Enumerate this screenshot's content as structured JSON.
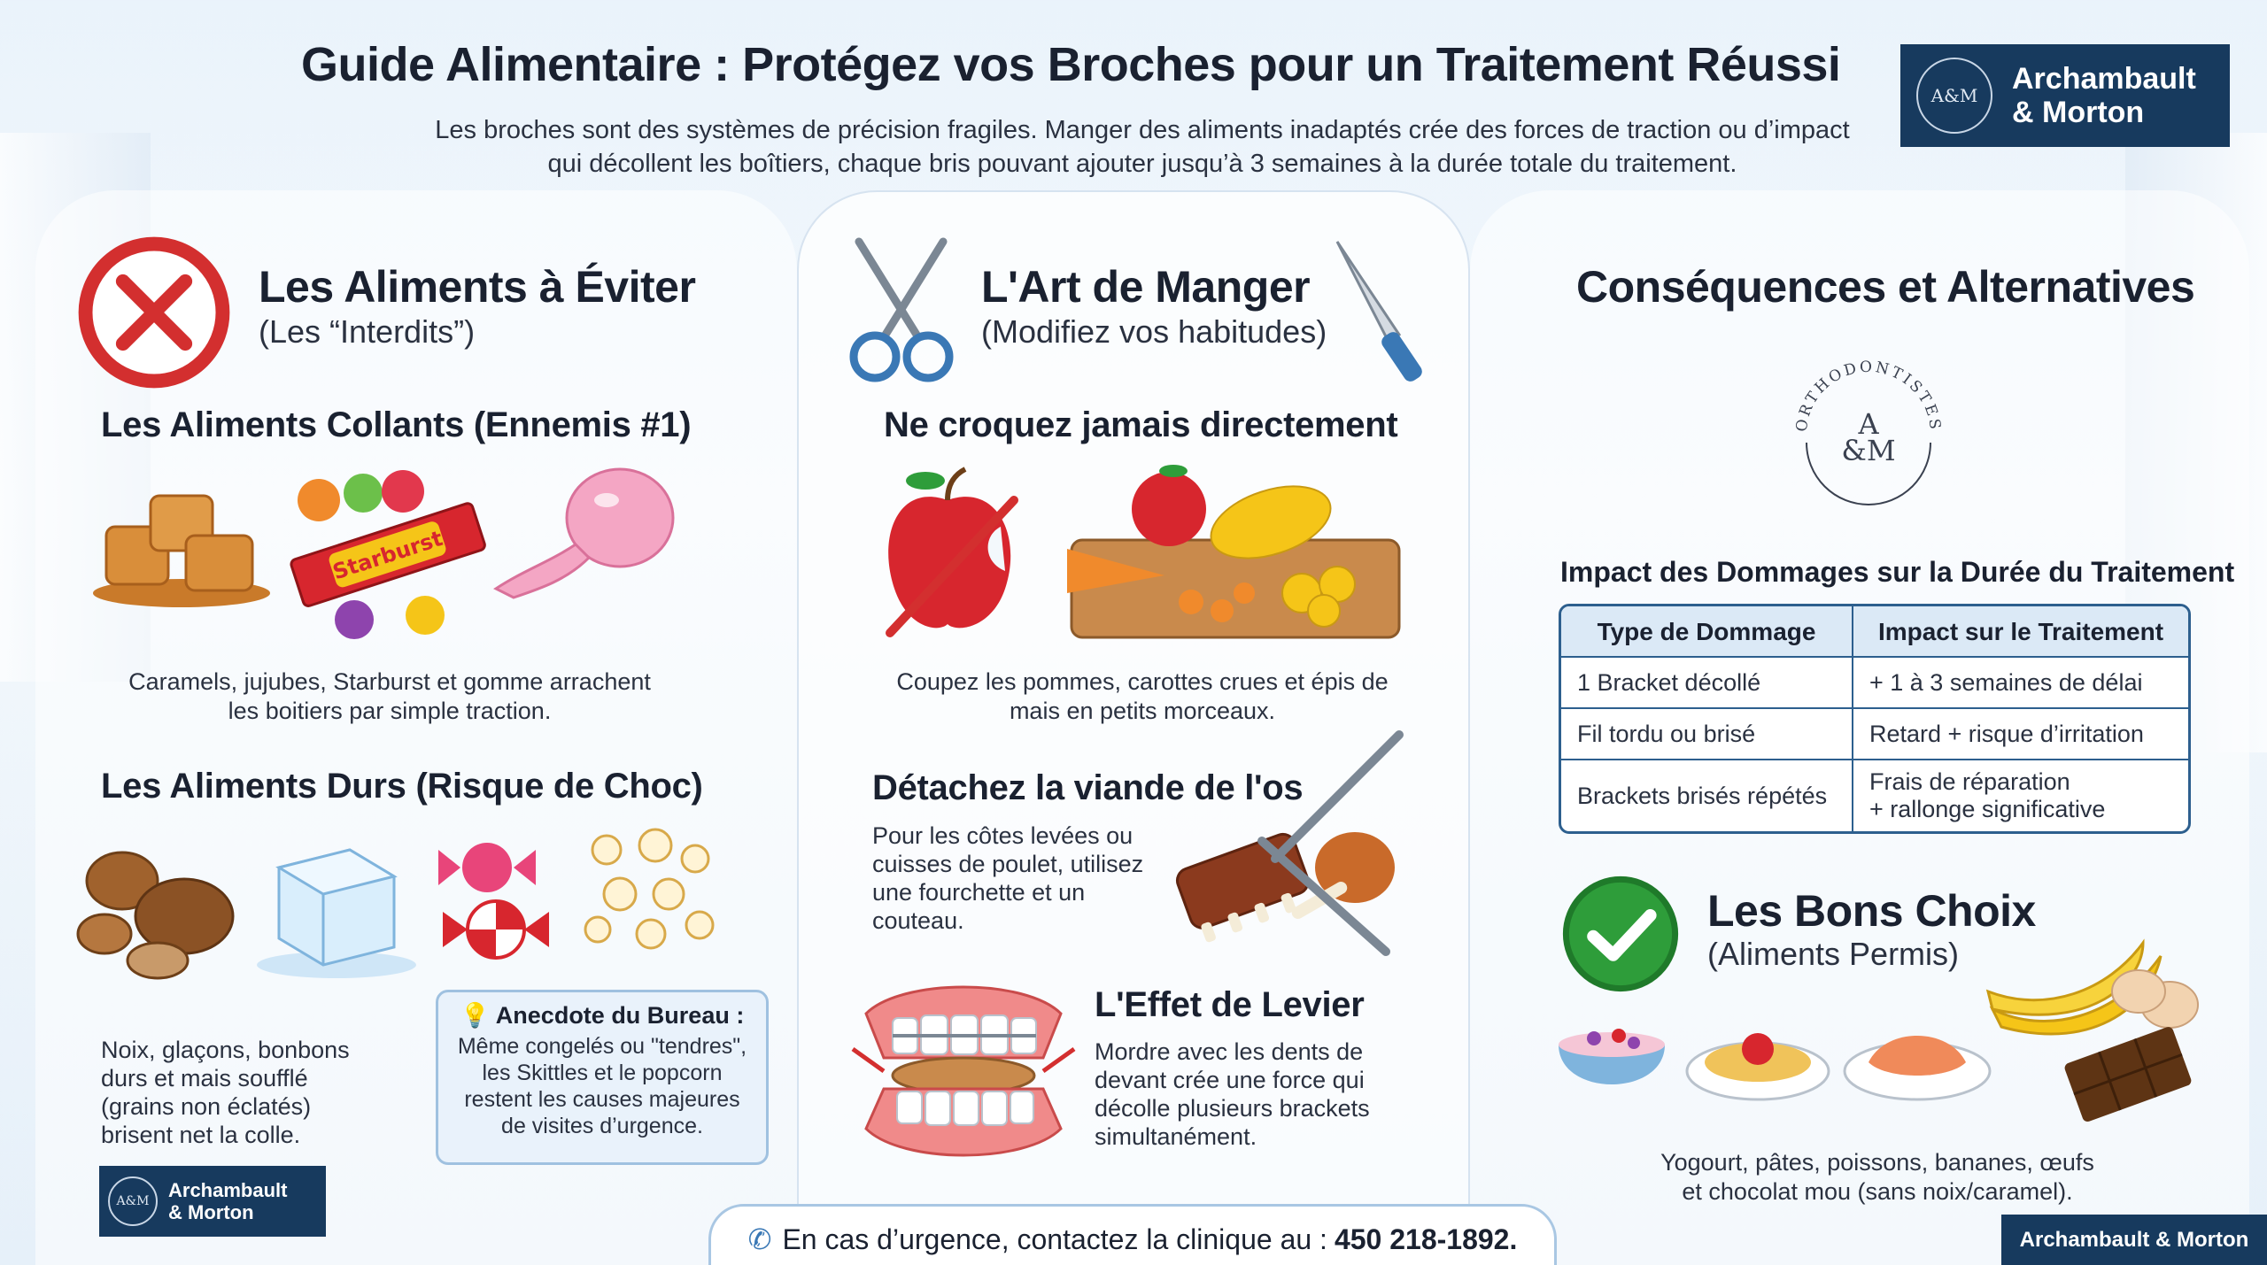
{
  "header": {
    "title": "Guide Alimentaire : Protégez vos Broches pour un Traitement Réussi",
    "subtitle_line1": "Les broches sont des systèmes de précision fragiles. Manger des aliments inadaptés crée des forces de traction ou d’impact",
    "subtitle_line2": "qui décollent les boîtiers, chaque bris pouvant ajouter jusqu’à 3 semaines à la durée totale du traitement.",
    "brand_line1": "Archambault",
    "brand_line2": "& Morton",
    "seal_text": "A&M"
  },
  "col1": {
    "title": "Les Aliments à Éviter",
    "subtitle": "(Les “Interdits”)",
    "sticky_title": "Les Aliments Collants (Ennemis #1)",
    "candy_wrapper": "Starburst",
    "sticky_caption_1": "Caramels, jujubes, Starburst et gomme arrachent",
    "sticky_caption_2": "les boitiers par simple traction.",
    "hard_title": "Les Aliments Durs (Risque de Choc)",
    "hard_text_1": "Noix, glaçons, bonbons",
    "hard_text_2": "durs et mais soufflé",
    "hard_text_3": "(grains non éclatés)",
    "hard_text_4": "brisent net la colle.",
    "tip_title": "Anecdote du Bureau :",
    "tip_1": "Même congelés ou \"tendres\",",
    "tip_2": "les Skittles et le popcorn",
    "tip_3": "restent les causes majeures",
    "tip_4": "de visites d’urgence.",
    "brand_line1": "Archambault",
    "brand_line2": "& Morton",
    "seal_text": "A&M"
  },
  "col2": {
    "title": "L'Art de Manger",
    "subtitle": "(Modifiez vos habitudes)",
    "bite_title": "Ne croquez jamais directement",
    "bite_caption_1": "Coupez les pommes, carottes crues et épis de",
    "bite_caption_2": "mais en petits morceaux.",
    "meat_title": "Détachez la viande de l'os",
    "meat_1": "Pour les côtes levées ou",
    "meat_2": "cuisses de poulet, utilisez",
    "meat_3": "une fourchette et un",
    "meat_4": "couteau.",
    "lever_title": "L'Effet de Levier",
    "lever_1": "Mordre avec les dents de",
    "lever_2": "devant crée une force qui",
    "lever_3": "décolle plusieurs brackets",
    "lever_4": "simultanément."
  },
  "col3": {
    "title": "Conséquences et Alternatives",
    "seal_arc": "ORTHODONTISTES",
    "seal_mono_1": "A",
    "seal_mono_2": "&M",
    "table_title": "Impact des Dommages sur la Durée du Traitement",
    "table_headers": [
      "Type de Dommage",
      "Impact sur le Traitement"
    ],
    "table_rows": [
      [
        "1 Bracket décollé",
        "+ 1 à 3 semaines de délai"
      ],
      [
        "Fil tordu ou brisé",
        "Retard + risque d’irritation"
      ],
      [
        "Brackets brisés répétés",
        "Frais de réparation",
        "+ rallonge significative"
      ]
    ],
    "good_title": "Les Bons Choix",
    "good_sub": "(Aliments Permis)",
    "good_caption_1": "Yogourt, pâtes, poissons, bananes, œufs",
    "good_caption_2": "et chocolat mou (sans noix/caramel)."
  },
  "footer": {
    "emergency_text": "En cas d’urgence, contactez la clinique au :",
    "phone": "450 218-1892.",
    "brand": "Archambault & Morton"
  },
  "colors": {
    "brand_navy": "#173a5e",
    "forbidden_red": "#d32f2f",
    "ok_green": "#2e9d3a",
    "table_border": "#2d5f8e"
  },
  "icons": [
    "forbidden-icon",
    "scissors-icon",
    "knife-icon",
    "checkmark-icon",
    "phone-icon",
    "lightbulb-icon"
  ]
}
